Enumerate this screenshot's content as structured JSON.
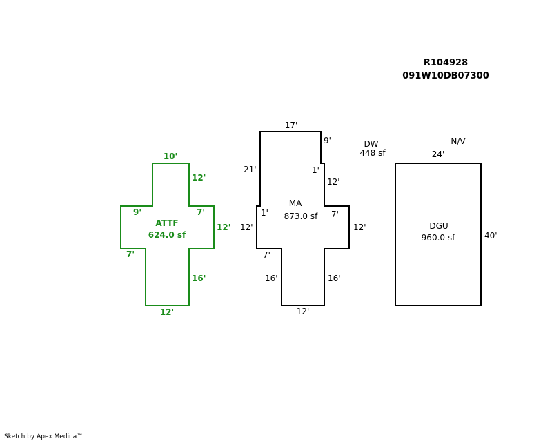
{
  "colors": {
    "green": "#1a8c1a",
    "black": "#000000"
  },
  "header": {
    "parcel_id": "R104928",
    "map_id": "091W10DB07300"
  },
  "attf": {
    "label": "ATTF",
    "area": "624.0 sf",
    "dims": {
      "top": "10'",
      "upper_right_side": "12'",
      "left_arm_top": "9'",
      "right_arm_top": "7'",
      "right_side": "12'",
      "left_arm_bottom": "7'",
      "lower_right_side": "16'",
      "bottom": "12'"
    }
  },
  "ma": {
    "label": "MA",
    "area": "873.0 sf",
    "dims": {
      "top": "17'",
      "right_top_drop": "9'",
      "left_side": "21'",
      "right_jog": "1'",
      "right_mid": "12'",
      "left_jog": "1'",
      "left_lower": "12'",
      "right_arm_top": "7'",
      "right_arm_side": "12'",
      "left_step": "7'",
      "left_bottom_side": "16'",
      "right_bottom_side": "16'",
      "bottom": "12'"
    }
  },
  "dw": {
    "label": "DW",
    "area": "448 sf"
  },
  "nv_label": "N/V",
  "dgu": {
    "label": "DGU",
    "area": "960.0 sf",
    "dims": {
      "top": "24'",
      "right": "40'"
    }
  },
  "credit": "Sketch by Apex Medina™"
}
